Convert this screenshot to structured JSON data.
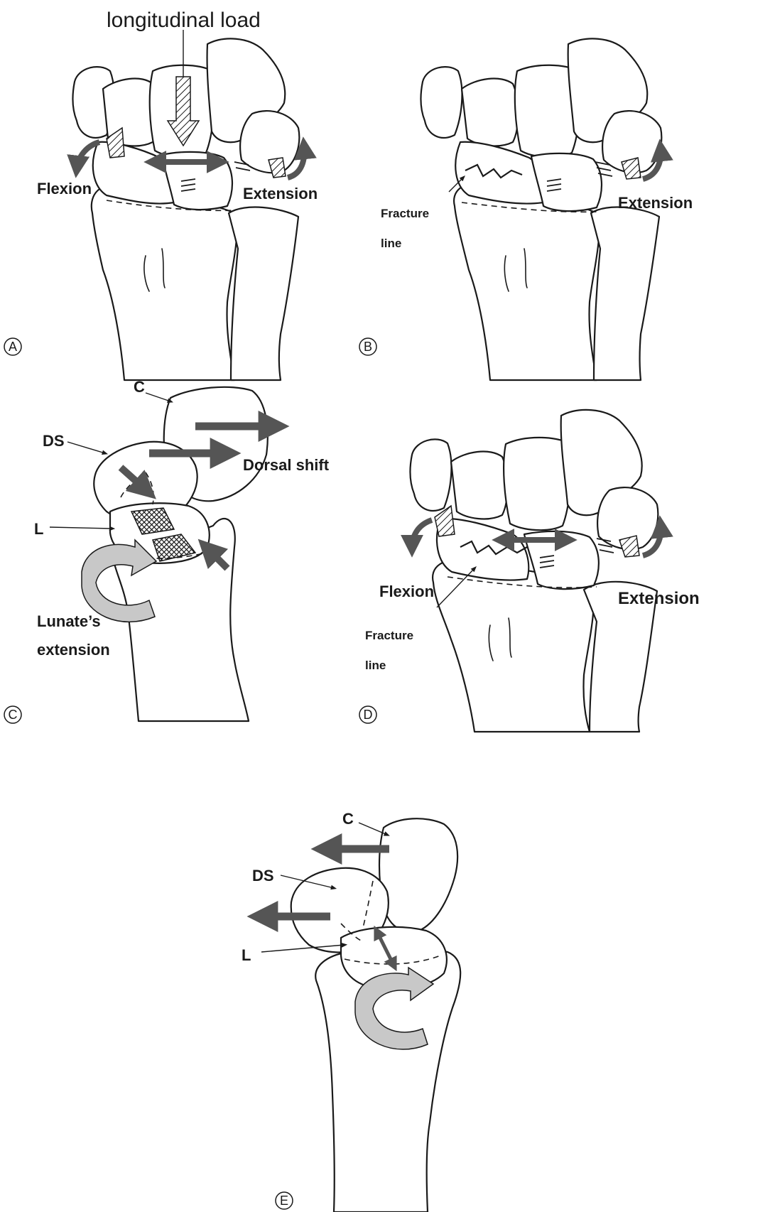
{
  "colors": {
    "line": "#1a1a1a",
    "arrow": "#555555",
    "curved_arrow_fill": "#c8c8c8",
    "background": "#ffffff"
  },
  "panels": {
    "a": {
      "letter": "A",
      "load_label": "longitudinal load",
      "left_label": "Flexion",
      "right_label": "Extension"
    },
    "b": {
      "letter": "B",
      "fracture_label_1": "Fracture",
      "fracture_label_2": "line",
      "right_label": "Extension"
    },
    "c": {
      "letter": "C",
      "capitate_label": "C",
      "ds_label": "DS",
      "lunate_label": "L",
      "shift_label": "Dorsal shift",
      "rotation_label_1": "Lunate’s",
      "rotation_label_2": "extension"
    },
    "d": {
      "letter": "D",
      "left_label": "Flexion",
      "right_label": "Extension",
      "fracture_label_1": "Fracture",
      "fracture_label_2": "line"
    },
    "e": {
      "letter": "E",
      "capitate_label": "C",
      "ds_label": "DS",
      "lunate_label": "L"
    }
  }
}
